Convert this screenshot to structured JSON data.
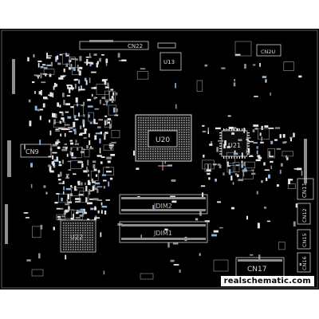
{
  "labels": {
    "cn22": "CN22",
    "u13": "U13",
    "cn2u": "CN2U",
    "cn9": "CN9",
    "u20": "U20",
    "u21": "U21",
    "jdim2": "JDIM2",
    "jdim1": "JDIM1",
    "u22": "U22",
    "cn11": "CN11",
    "cn12": "CN12",
    "cn15": "CN15",
    "cn16": "CN16",
    "cn17": "CN17"
  },
  "watermark": "realschematic.com",
  "colors": {
    "background": "#000000",
    "silkscreen": "#d8d8d8",
    "accent_pads": "#8fb3d9",
    "chip_pink": "#e6a0b8",
    "page": "#ffffff"
  }
}
